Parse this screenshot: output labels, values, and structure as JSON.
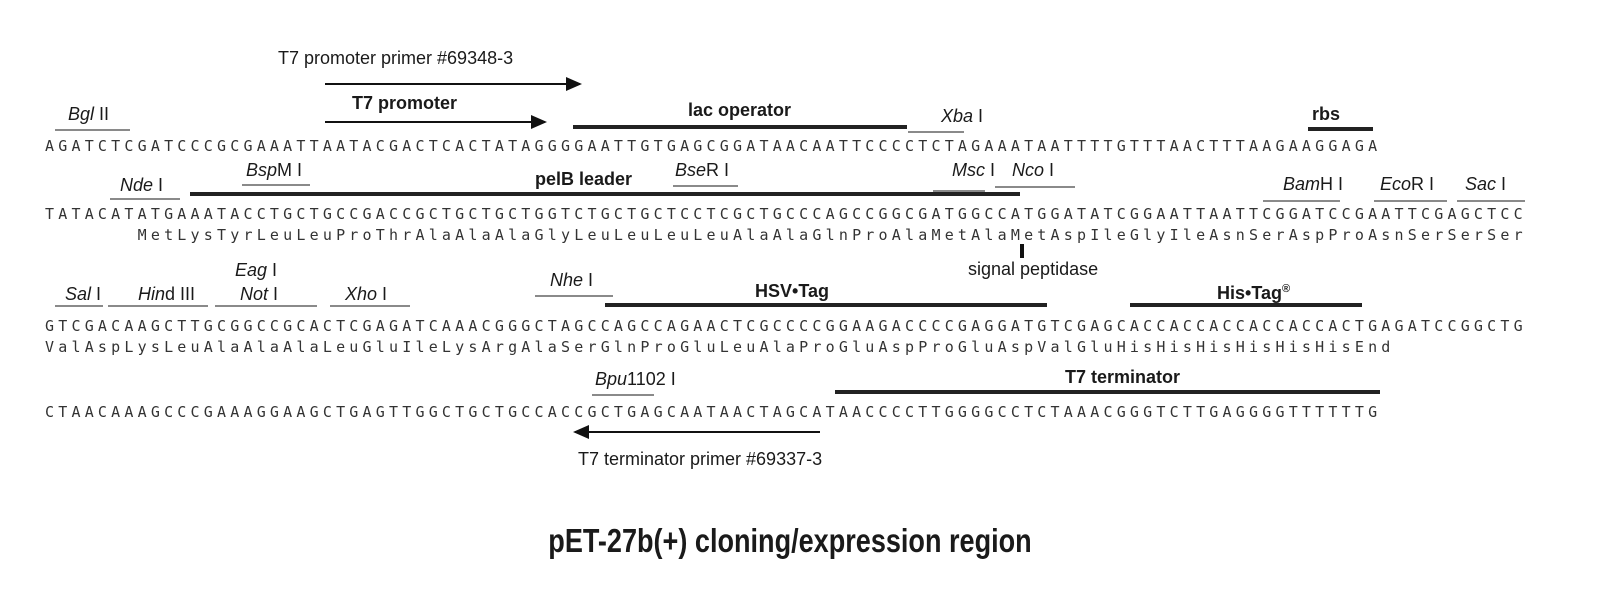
{
  "title": "pET-27b(+) cloning/expression region",
  "primers": {
    "forward": "T7 promoter primer #69348-3",
    "reverse": "T7 terminator primer #69337-3"
  },
  "features": {
    "t7_promoter": "T7 promoter",
    "lac_operator": "lac operator",
    "rbs": "rbs",
    "pelb_leader": "pelB leader",
    "signal_peptidase": "signal peptidase",
    "hsv_tag": "HSV•Tag",
    "his_tag": "His•Tag",
    "his_tag_mark": "®",
    "t7_terminator": "T7 terminator"
  },
  "sites": {
    "bgl": {
      "italic": "Bgl",
      "roman": " II"
    },
    "xba": {
      "italic": "Xba",
      "roman": " I"
    },
    "nde": {
      "italic": "Nde",
      "roman": " I"
    },
    "bspm": {
      "italic": "Bsp",
      "roman": "M I"
    },
    "bser": {
      "italic": "Bse",
      "roman": "R I"
    },
    "msc": {
      "italic": "Msc",
      "roman": " I"
    },
    "nco": {
      "italic": "Nco",
      "roman": " I"
    },
    "bamh": {
      "italic": "Bam",
      "roman": "H I"
    },
    "ecor": {
      "italic": "Eco",
      "roman": "R I"
    },
    "sac": {
      "italic": "Sac",
      "roman": " I"
    },
    "sal": {
      "italic": "Sal",
      "roman": " I"
    },
    "hind": {
      "italic": "Hin",
      "roman": "d III"
    },
    "eag": {
      "italic": "Eag",
      "roman": " I"
    },
    "not": {
      "italic": "Not",
      "roman": " I"
    },
    "xho": {
      "italic": "Xho",
      "roman": " I"
    },
    "nhe": {
      "italic": "Nhe",
      "roman": " I"
    },
    "bpu": {
      "italic": "Bpu",
      "roman": "1102 I"
    }
  },
  "sequence": {
    "line1": "AGATCTCGATCCCGCGAAATTAATACGACTCACTATAGGGGAATTGTGAGCGGATAACAATTCCCCTCTAGAAATAATTTTGTTTAACTTTAAGAAGGAGA",
    "line2": "TATACATATGAAATACCTGCTGCCGACCGCTGCTGCTGGTCTGCTGCTCCTCGCTGCCCAGCCGGCGATGGCCATGGATATCGGAATTAATTCGGATCCGAATTCGAGCTCC",
    "protein2": "       MetLysTyrLeuLeuProThrAlaAlaAlaGlyLeuLeuLeuLeuAlaAlaGlnProAlaMetAlaMetAspIleGlyIleAsnSerAspProAsnSerSerSer",
    "line3": "GTCGACAAGCTTGCGGCCGCACTCGAGATCAAACGGGCTAGCCAGCCAGAACTCGCCCCGGAAGACCCCGAGGATGTCGAGCACCACCACCACCACCACTGAGATCCGGCTG",
    "protein3": "ValAspLysLeuAlaAlaAlaLeuGluIleLysArgAlaSerGlnProGluLeuAlaProGluAspProGluAspValGluHisHisHisHisHisHisEnd",
    "line4": "CTAACAAAGCCCGAAAGGAAGCTGAGTTGGCTGCTGCCACCGCTGAGCAATAACTAGCATAACCCCTTGGGGCCTCTAAACGGGTCTTGAGGGGTTTTTTG"
  }
}
